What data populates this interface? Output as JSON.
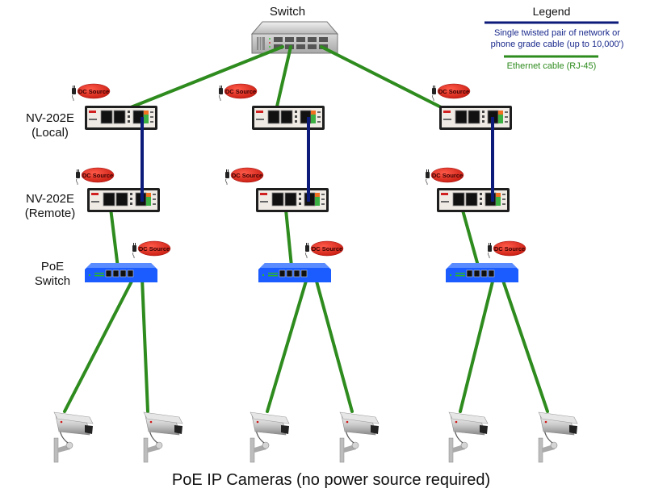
{
  "title": "Switch",
  "legend": {
    "title": "Legend",
    "items": [
      {
        "label": "Single twisted pair of network or phone grade cable (up to 10,000')",
        "line1": "Single twisted pair of network or",
        "line2": "phone grade cable (up to 10,000')",
        "color": "#0c1a7a"
      },
      {
        "label": "Ethernet cable (RJ-45)",
        "color": "#2e8b1e"
      }
    ]
  },
  "row_labels": {
    "local": {
      "line1": "NV-202E",
      "line2": "(Local)"
    },
    "remote": {
      "line1": "NV-202E",
      "line2": "(Remote)"
    },
    "poe": {
      "line1": "PoE",
      "line2": "Switch"
    }
  },
  "dc_source_label": "DC Source",
  "footer": "PoE IP Cameras (no power source required)",
  "colors": {
    "ethernet": "#2e8b1e",
    "twisted_pair": "#0c1a7a",
    "poe_switch": "#1a5cff",
    "dc_source": "#e02a1c"
  },
  "branches": [
    {
      "id": "left",
      "devices": [
        "NV-202E (Local)",
        "NV-202E (Remote)",
        "PoE Switch",
        "PoE IP Camera",
        "PoE IP Camera"
      ]
    },
    {
      "id": "middle",
      "devices": [
        "NV-202E (Local)",
        "NV-202E (Remote)",
        "PoE Switch",
        "PoE IP Camera",
        "PoE IP Camera"
      ]
    },
    {
      "id": "right",
      "devices": [
        "NV-202E (Local)",
        "NV-202E (Remote)",
        "PoE Switch",
        "PoE IP Camera",
        "PoE IP Camera"
      ]
    }
  ]
}
